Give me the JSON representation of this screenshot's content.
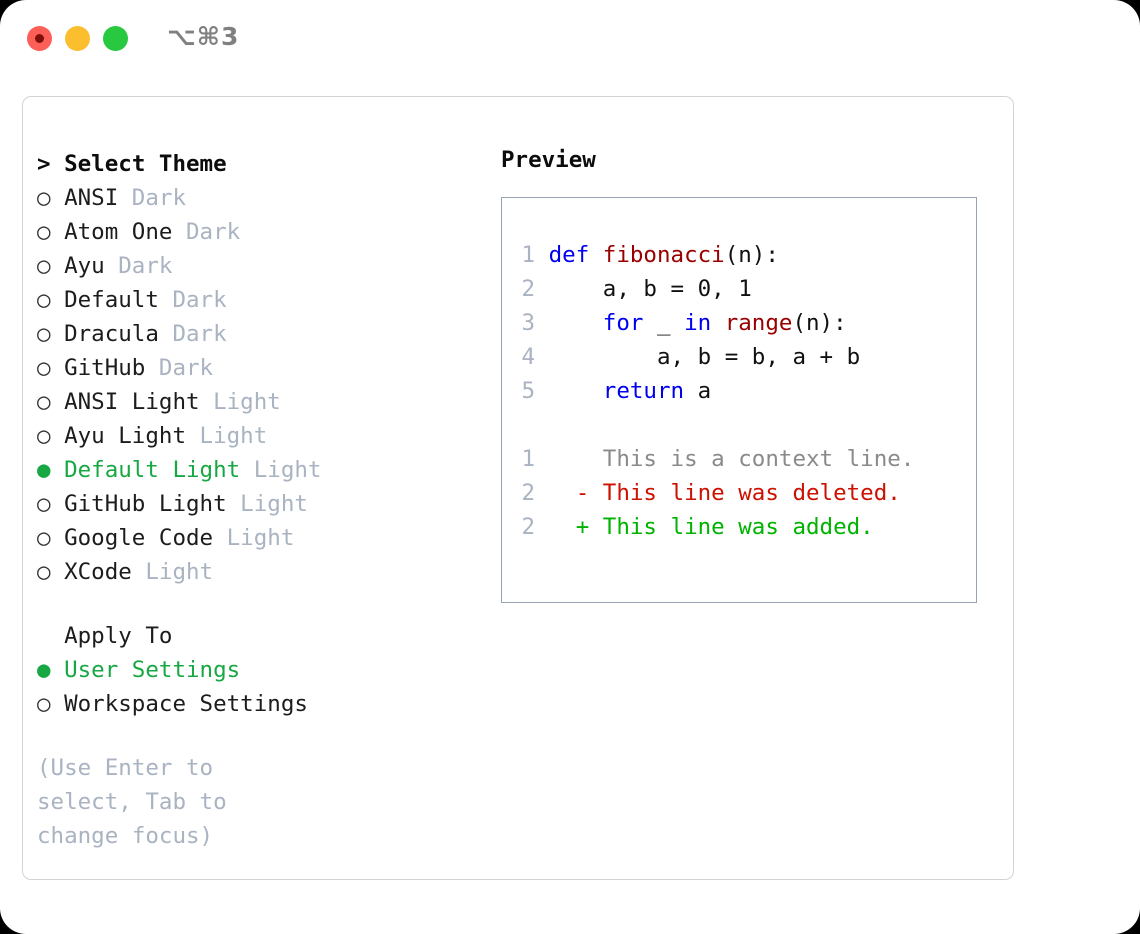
{
  "window": {
    "shortcut": "⌥⌘3",
    "traffic_lights": [
      {
        "name": "close",
        "color": "#fb5f57"
      },
      {
        "name": "minimize",
        "color": "#fbbe2e"
      },
      {
        "name": "maximize",
        "color": "#28c840"
      }
    ]
  },
  "theme_picker": {
    "title": "> Select Theme",
    "items": [
      {
        "marker": "○",
        "label": "ANSI",
        "tag": "Dark",
        "selected": false
      },
      {
        "marker": "○",
        "label": "Atom One",
        "tag": "Dark",
        "selected": false
      },
      {
        "marker": "○",
        "label": "Ayu",
        "tag": "Dark",
        "selected": false
      },
      {
        "marker": "○",
        "label": "Default",
        "tag": "Dark",
        "selected": false
      },
      {
        "marker": "○",
        "label": "Dracula",
        "tag": "Dark",
        "selected": false
      },
      {
        "marker": "○",
        "label": "GitHub",
        "tag": "Dark",
        "selected": false
      },
      {
        "marker": "○",
        "label": "ANSI Light",
        "tag": "Light",
        "selected": false
      },
      {
        "marker": "○",
        "label": "Ayu Light",
        "tag": "Light",
        "selected": false
      },
      {
        "marker": "●",
        "label": "Default Light",
        "tag": "Light",
        "selected": true
      },
      {
        "marker": "○",
        "label": "GitHub Light",
        "tag": "Light",
        "selected": false
      },
      {
        "marker": "○",
        "label": "Google Code",
        "tag": "Light",
        "selected": false
      },
      {
        "marker": "○",
        "label": "XCode",
        "tag": "Light",
        "selected": false
      }
    ]
  },
  "apply_to": {
    "title": "Apply To",
    "options": [
      {
        "marker": "●",
        "label": "User Settings",
        "selected": true
      },
      {
        "marker": "○",
        "label": "Workspace Settings",
        "selected": false
      }
    ]
  },
  "hint": "(Use Enter to select, Tab to change focus)",
  "preview": {
    "title": "Preview",
    "code_lines": [
      {
        "num": "1",
        "tokens": [
          {
            "t": "def ",
            "c": "kw"
          },
          {
            "t": "fibonacci",
            "c": "fn"
          },
          {
            "t": "(n):",
            "c": "plain"
          }
        ]
      },
      {
        "num": "2",
        "tokens": [
          {
            "t": "    a, b = 0, 1",
            "c": "plain"
          }
        ]
      },
      {
        "num": "3",
        "tokens": [
          {
            "t": "    ",
            "c": "plain"
          },
          {
            "t": "for",
            "c": "kw"
          },
          {
            "t": " _ ",
            "c": "plain"
          },
          {
            "t": "in ",
            "c": "kw"
          },
          {
            "t": "range",
            "c": "fn"
          },
          {
            "t": "(n):",
            "c": "plain"
          }
        ]
      },
      {
        "num": "4",
        "tokens": [
          {
            "t": "        a, b = b, a + b",
            "c": "plain"
          }
        ]
      },
      {
        "num": "5",
        "tokens": [
          {
            "t": "    ",
            "c": "plain"
          },
          {
            "t": "return",
            "c": "kw"
          },
          {
            "t": " a",
            "c": "plain"
          }
        ]
      }
    ],
    "diff_lines": [
      {
        "num": "1",
        "sign": " ",
        "text": " This is a context line.",
        "kind": "context"
      },
      {
        "num": "2",
        "sign": "-",
        "text": " This line was deleted.",
        "kind": "deleted"
      },
      {
        "num": "2",
        "sign": "+",
        "text": " This line was added.",
        "kind": "added"
      }
    ]
  }
}
